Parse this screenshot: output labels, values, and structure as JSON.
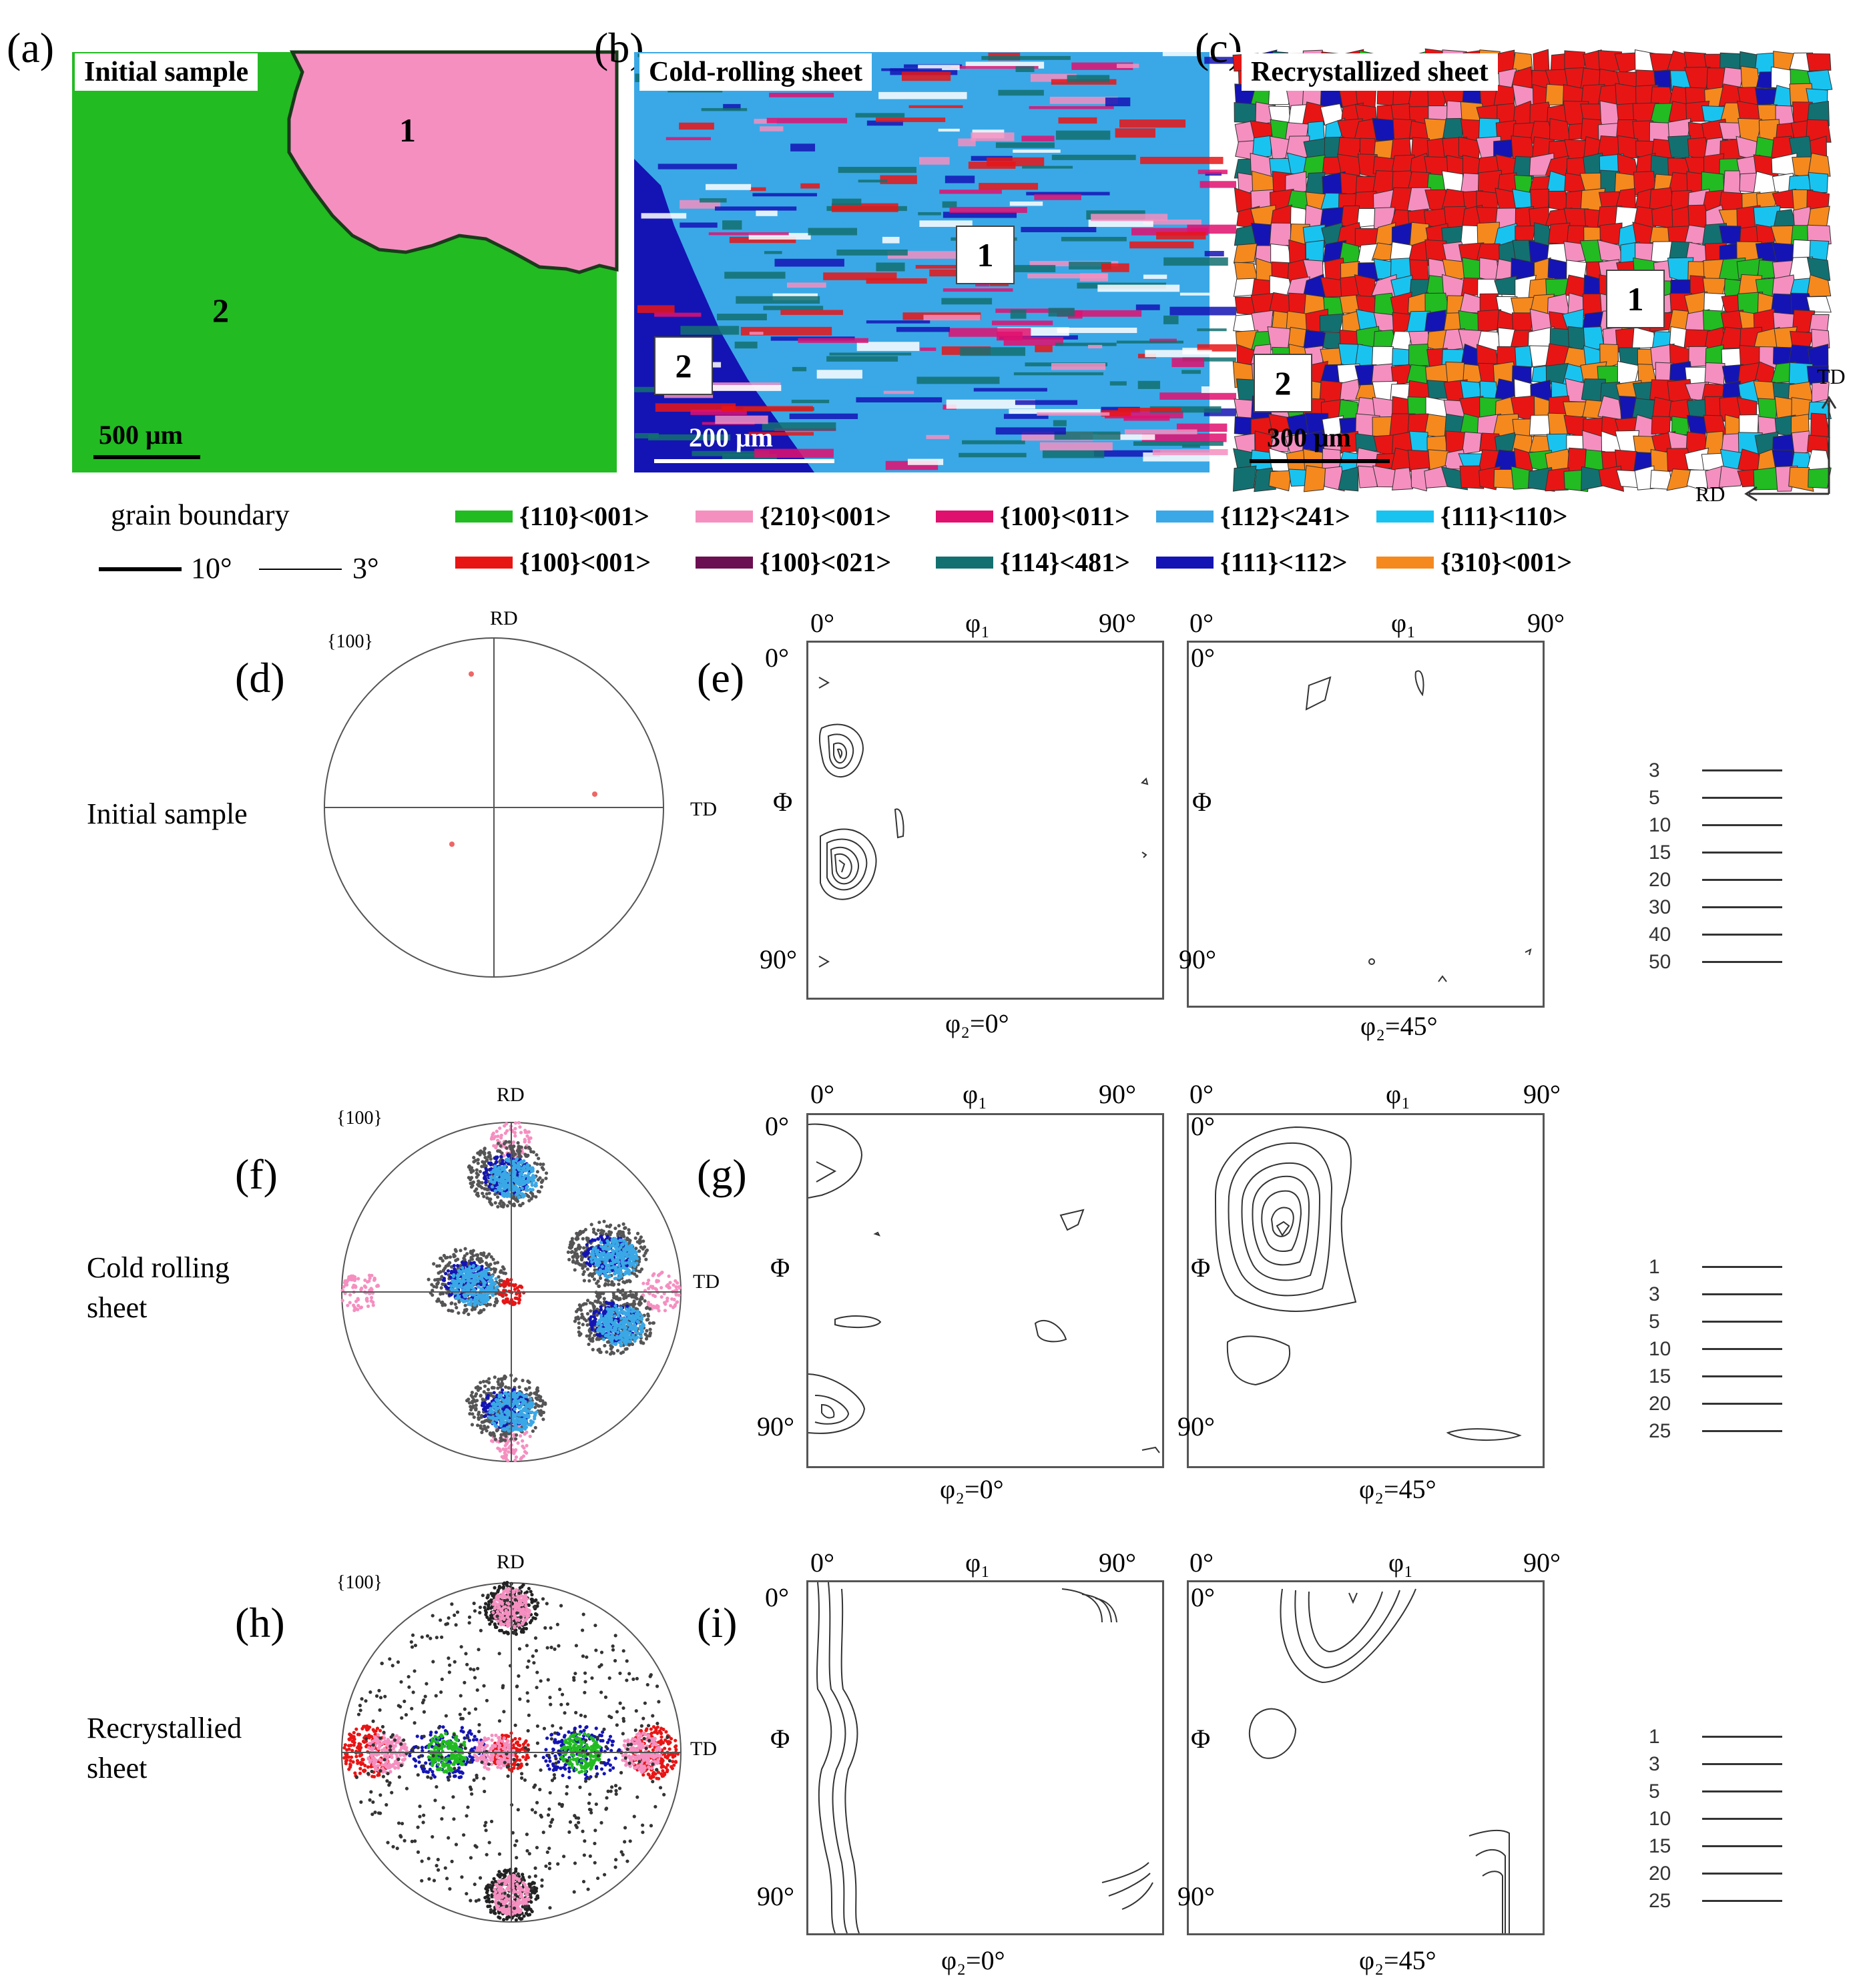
{
  "panels": {
    "a": {
      "label": "(a)",
      "title": "Initial sample",
      "grain1": "1",
      "grain2": "2",
      "scale": "500 μm"
    },
    "b": {
      "label": "(b)",
      "title": "Cold-rolling sheet",
      "grain1": "1",
      "grain2": "2",
      "scale": "200 μm"
    },
    "c": {
      "label": "(c)",
      "title": "Recrystallized sheet",
      "grain1": "1",
      "grain2": "2",
      "scale": "300 μm",
      "td": "TD",
      "rd": "RD"
    },
    "d": {
      "label": "(d)"
    },
    "e": {
      "label": "(e)"
    },
    "f": {
      "label": "(f)"
    },
    "g": {
      "label": "(g)"
    },
    "h": {
      "label": "(h)"
    },
    "i": {
      "label": "(i)"
    }
  },
  "grain_boundary": {
    "title": "grain boundary",
    "high": "10°",
    "low": "3°"
  },
  "legend": [
    {
      "label": "{110}<001>",
      "color": "#22bb22"
    },
    {
      "label": "{210}<001>",
      "color": "#f58fc0"
    },
    {
      "label": "{100}<011>",
      "color": "#e0116e"
    },
    {
      "label": "{112}<241>",
      "color": "#3aa8e6"
    },
    {
      "label": "{111}<110>",
      "color": "#19c3f0"
    },
    {
      "label": "{100}<001>",
      "color": "#e81515"
    },
    {
      "label": "{100}<021>",
      "color": "#6b0e52"
    },
    {
      "label": "{114}<481>",
      "color": "#137070"
    },
    {
      "label": "{111}<112>",
      "color": "#1414b4"
    },
    {
      "label": "{310}<001>",
      "color": "#f5891e"
    }
  ],
  "rows": [
    {
      "label1": "Initial sample",
      "label2": "",
      "pf": "{100}",
      "levels": [
        "3",
        "5",
        "10",
        "15",
        "20",
        "30",
        "40",
        "50"
      ]
    },
    {
      "label1": "Cold rolling",
      "label2": "sheet",
      "pf": "{100}",
      "levels": [
        "1",
        "3",
        "5",
        "10",
        "15",
        "20",
        "25"
      ]
    },
    {
      "label1": "Recrystallied",
      "label2": "sheet",
      "pf": "{100}",
      "levels": [
        "1",
        "3",
        "5",
        "10",
        "15",
        "20",
        "25"
      ]
    }
  ],
  "pole_axes": {
    "rd": "RD",
    "td": "TD"
  },
  "odf_axes": {
    "zero": "0°",
    "ninety": "90°",
    "phi1": "φ₁",
    "Phi": "Φ",
    "phi2_0": "φ₂=0°",
    "phi2_45": "φ₂=45°"
  }
}
